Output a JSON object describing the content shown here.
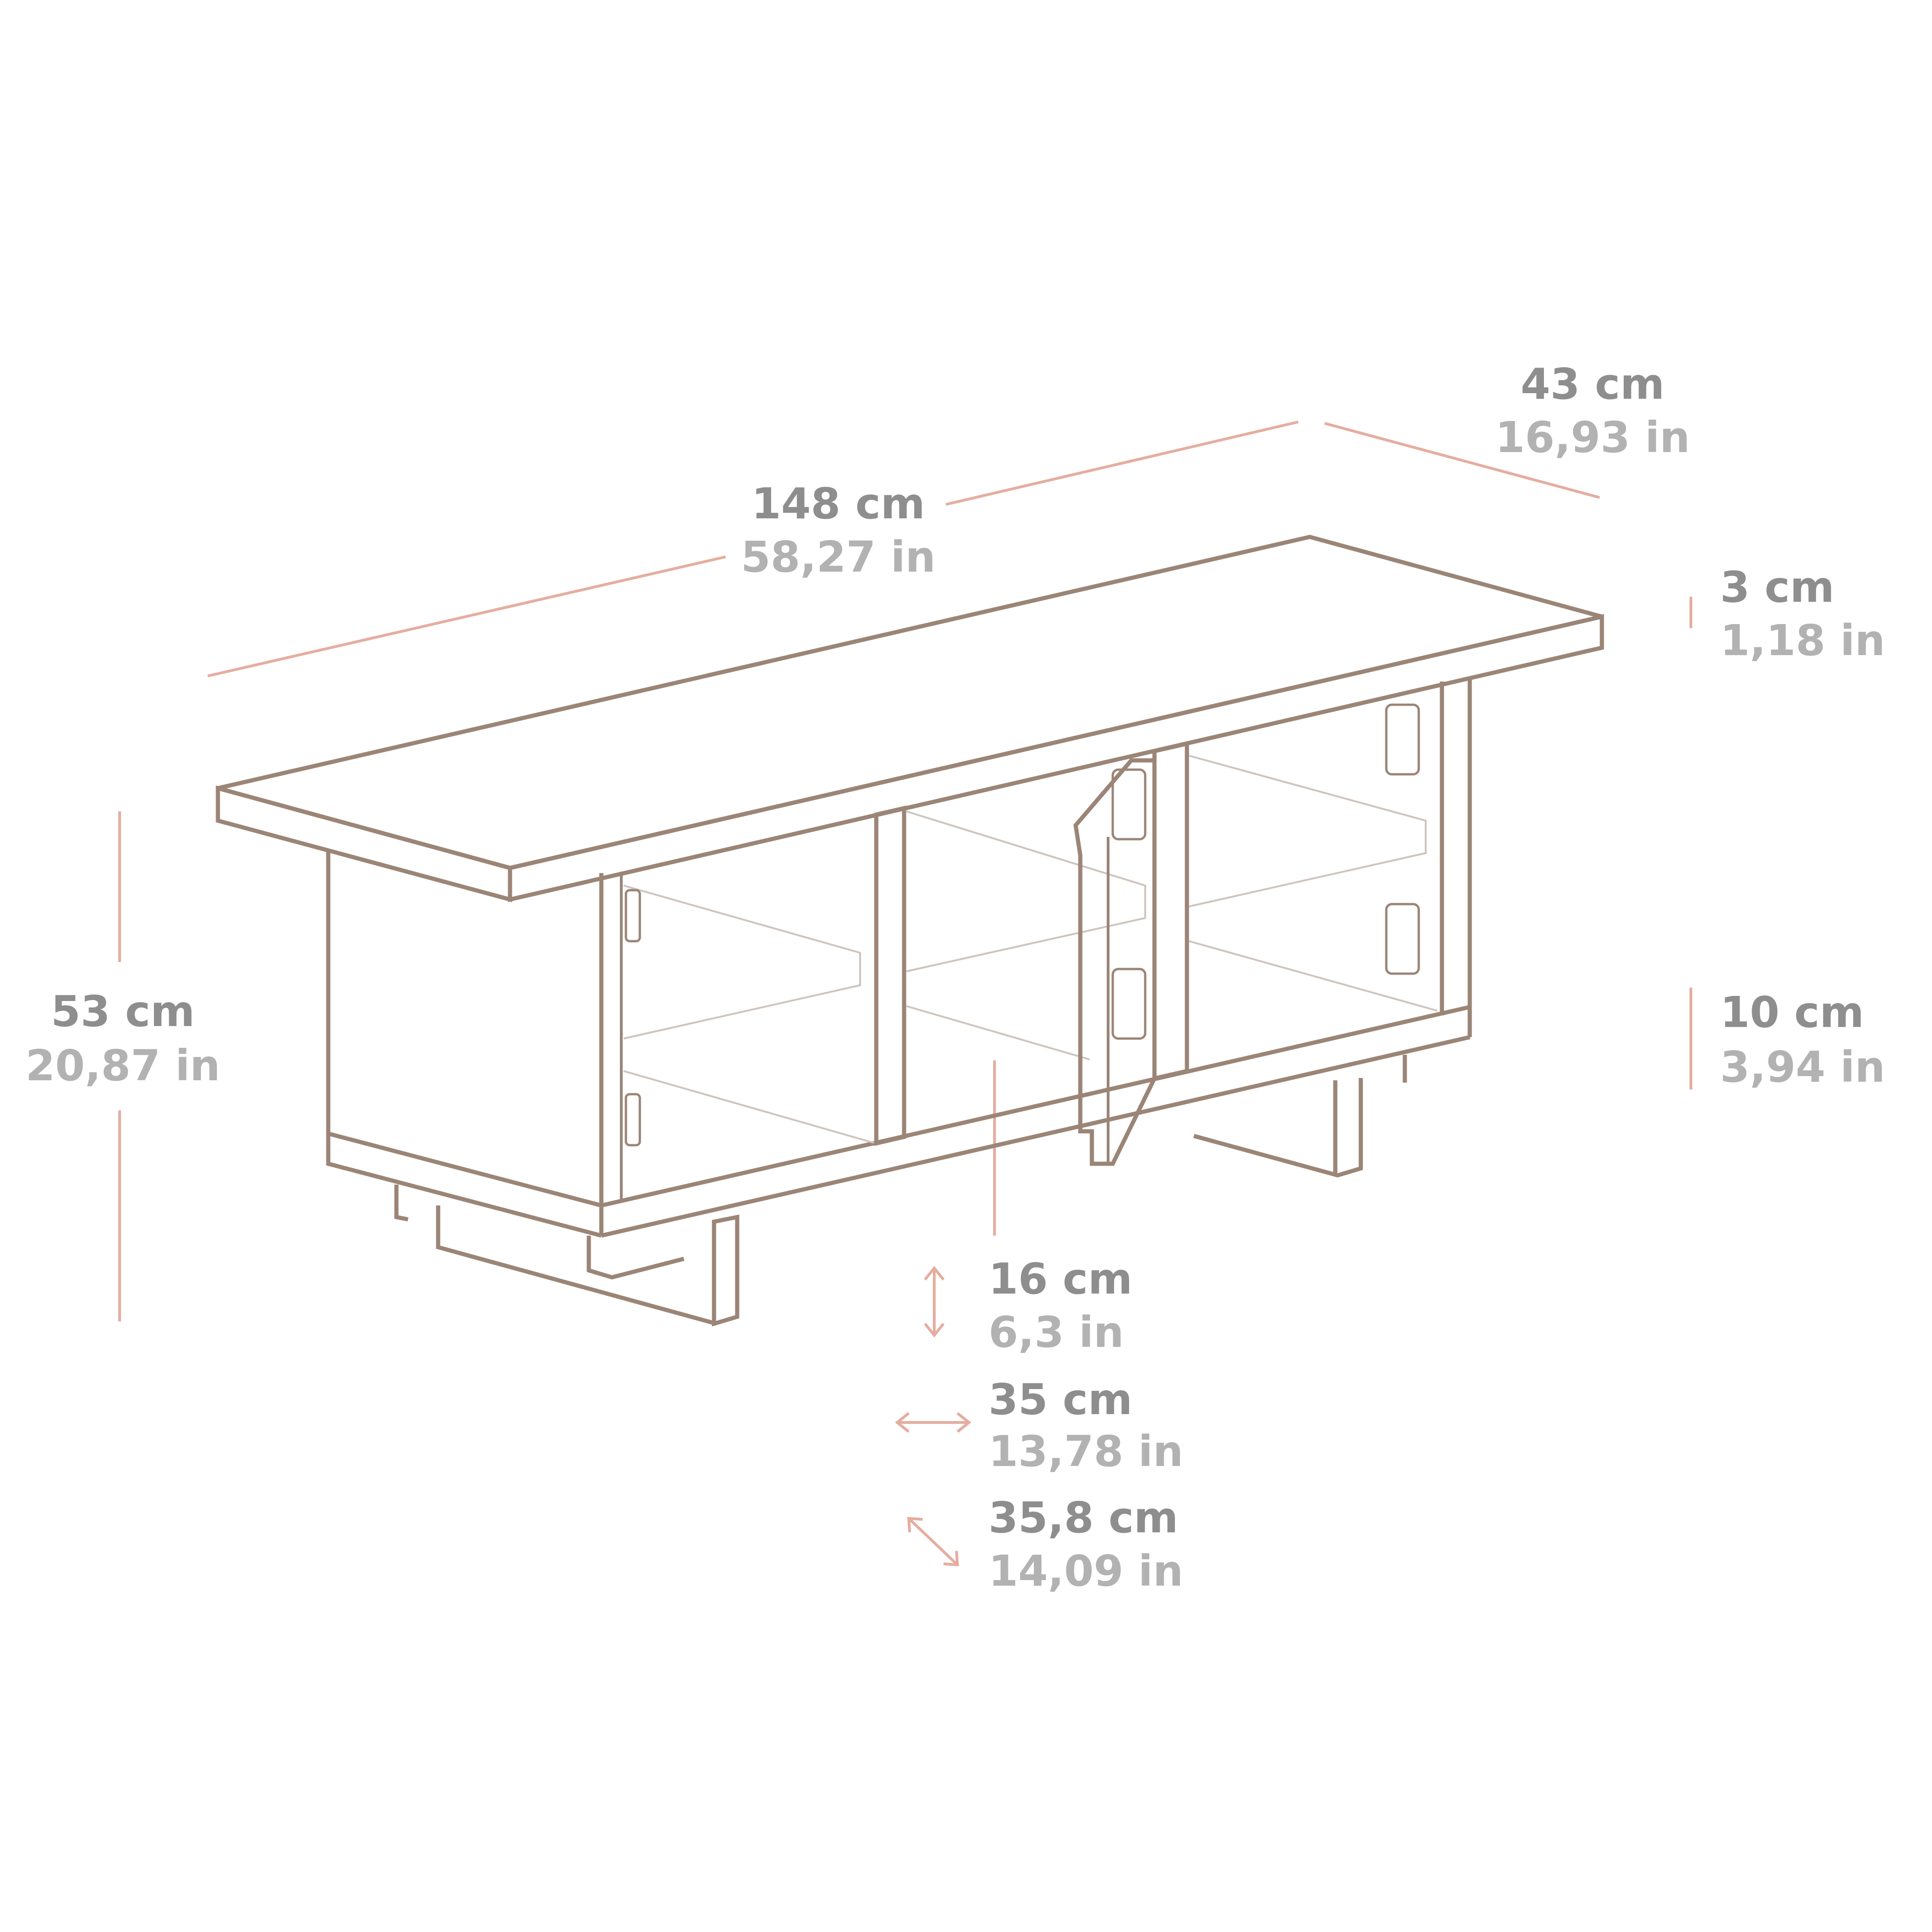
{
  "colors": {
    "outline": "#9b8577",
    "shelf": "#cfc4bc",
    "dimension_line": "#e5ada0",
    "cm_text": "#8e8e8e",
    "in_text": "#b2b2b2"
  },
  "dimensions": {
    "width": {
      "cm": "148 cm",
      "in": "58,27 in"
    },
    "depth": {
      "cm": "43 cm",
      "in": "16,93 in"
    },
    "top_thickness": {
      "cm": "3 cm",
      "in": "1,18 in"
    },
    "height": {
      "cm": "53 cm",
      "in": "20,87 in"
    },
    "leg_height": {
      "cm": "10 cm",
      "in": "3,94 in"
    },
    "compartment_height": {
      "cm": "16 cm",
      "in": "6,3 in"
    },
    "compartment_width": {
      "cm": "35 cm",
      "in": "13,78 in"
    },
    "compartment_diagonal": {
      "cm": "35,8 cm",
      "in": "14,09 in"
    }
  }
}
